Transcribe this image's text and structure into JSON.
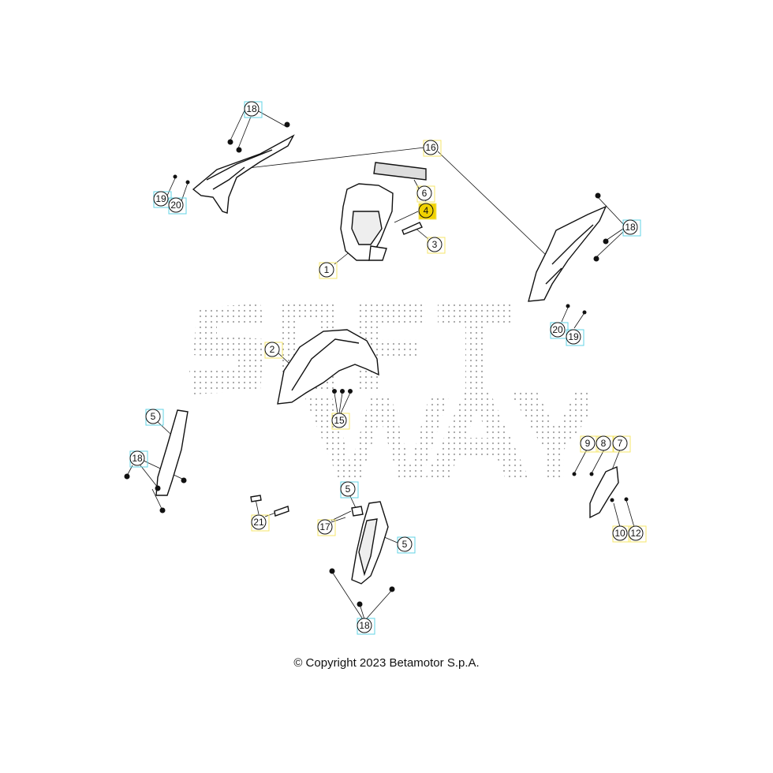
{
  "colors": {
    "yellow_callout": "#f4e66a",
    "yellow_highlight": "#f1d200",
    "cyan_callout": "#62d3e4",
    "outline": "#111111",
    "watermark_dots": "#9a9a9a"
  },
  "callouts": [
    {
      "id": "c18a",
      "label": "18",
      "color": "cyan"
    },
    {
      "id": "c16",
      "label": "16",
      "color": "yellow"
    },
    {
      "id": "c19a",
      "label": "19",
      "color": "cyan"
    },
    {
      "id": "c20a",
      "label": "20",
      "color": "cyan"
    },
    {
      "id": "c6",
      "label": "6",
      "color": "yellow"
    },
    {
      "id": "c4",
      "label": "4",
      "color": "yellow",
      "highlight": true
    },
    {
      "id": "c3",
      "label": "3",
      "color": "yellow"
    },
    {
      "id": "c1",
      "label": "1",
      "color": "yellow"
    },
    {
      "id": "c18b",
      "label": "18",
      "color": "cyan"
    },
    {
      "id": "c20b",
      "label": "20",
      "color": "cyan"
    },
    {
      "id": "c19b",
      "label": "19",
      "color": "cyan"
    },
    {
      "id": "c2",
      "label": "2",
      "color": "yellow"
    },
    {
      "id": "c15",
      "label": "15",
      "color": "yellow"
    },
    {
      "id": "c5a",
      "label": "5",
      "color": "cyan"
    },
    {
      "id": "c18c",
      "label": "18",
      "color": "cyan"
    },
    {
      "id": "c9",
      "label": "9",
      "color": "yellow"
    },
    {
      "id": "c8",
      "label": "8",
      "color": "yellow"
    },
    {
      "id": "c7",
      "label": "7",
      "color": "yellow"
    },
    {
      "id": "c5b",
      "label": "5",
      "color": "cyan"
    },
    {
      "id": "c17",
      "label": "17",
      "color": "yellow"
    },
    {
      "id": "c5c",
      "label": "5",
      "color": "cyan"
    },
    {
      "id": "c21",
      "label": "21",
      "color": "yellow"
    },
    {
      "id": "c10",
      "label": "10",
      "color": "yellow"
    },
    {
      "id": "c12",
      "label": "12",
      "color": "yellow"
    },
    {
      "id": "c18d",
      "label": "18",
      "color": "cyan"
    }
  ],
  "watermark_icon": "softway-dotted-watermark",
  "copyright": "© Copyright 2023 Betamotor S.p.A."
}
